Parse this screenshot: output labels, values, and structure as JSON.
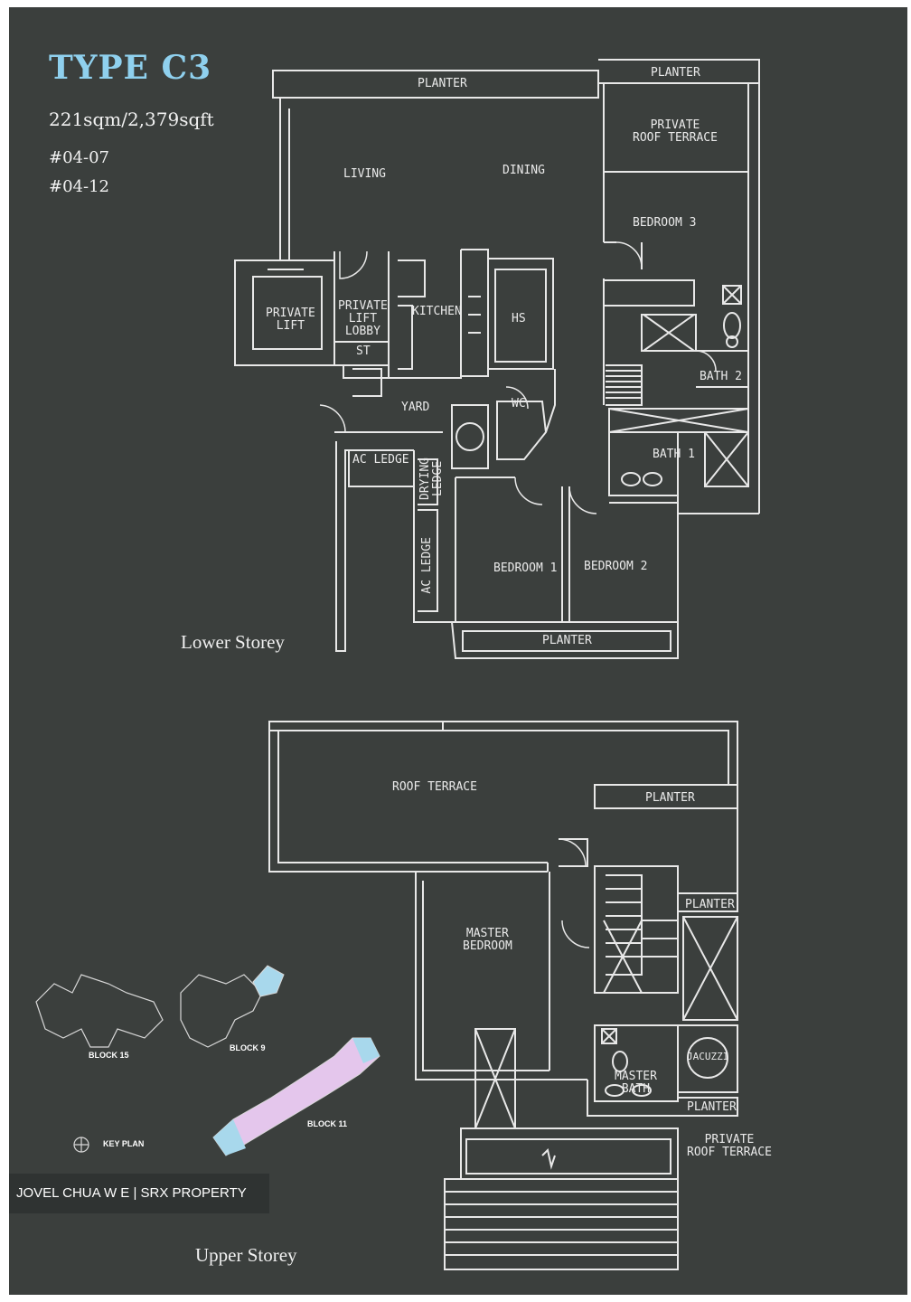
{
  "header": {
    "title": "TYPE C3",
    "area": "221sqm/2,379sqft",
    "units": [
      "#04-07",
      "#04-12"
    ]
  },
  "lower_storey": {
    "caption": "Lower Storey",
    "rooms": {
      "planter_top": "PLANTER",
      "planter_top_right": "PLANTER",
      "private_roof_terrace": "PRIVATE\nROOF TERRACE",
      "living": "LIVING",
      "dining": "DINING",
      "bedroom_3": "BEDROOM 3",
      "private_lift": "PRIVATE\nLIFT",
      "private_lift_lobby": "PRIVATE\nLIFT\nLOBBY",
      "st": "ST",
      "kitchen": "KITCHEN",
      "hs": "HS",
      "bath_2": "BATH 2",
      "yard": "YARD",
      "wc": "WC",
      "bath_1": "BATH 1",
      "ac_ledge_1": "AC LEDGE",
      "drying_ledge": "DRYING\nLEDGE",
      "ac_ledge_2": "AC LEDGE",
      "bedroom_1": "BEDROOM 1",
      "bedroom_2": "BEDROOM 2",
      "planter_bottom": "PLANTER"
    }
  },
  "upper_storey": {
    "caption": "Upper Storey",
    "rooms": {
      "roof_terrace": "ROOF TERRACE",
      "planter_a": "PLANTER",
      "planter_b": "PLANTER",
      "master_bedroom": "MASTER\nBEDROOM",
      "jacuzzi": "JACUZZI",
      "master_bath": "MASTER\nBATH",
      "planter_c": "PLANTER",
      "private_roof_terrace": "PRIVATE\nROOF TERRACE"
    }
  },
  "key_plan": {
    "label": "KEY PLAN",
    "block_15": "BLOCK 15",
    "block_9": "BLOCK 9",
    "block_11": "BLOCK 11"
  },
  "credit": "JOVEL CHUA W E | SRX PROPERTY",
  "colors": {
    "background": "#3b3f3d",
    "title": "#8fd0ee",
    "line": "#e8e8e8",
    "highlight_blue": "#a8d8ec",
    "highlight_pink": "#e4c6ec"
  }
}
